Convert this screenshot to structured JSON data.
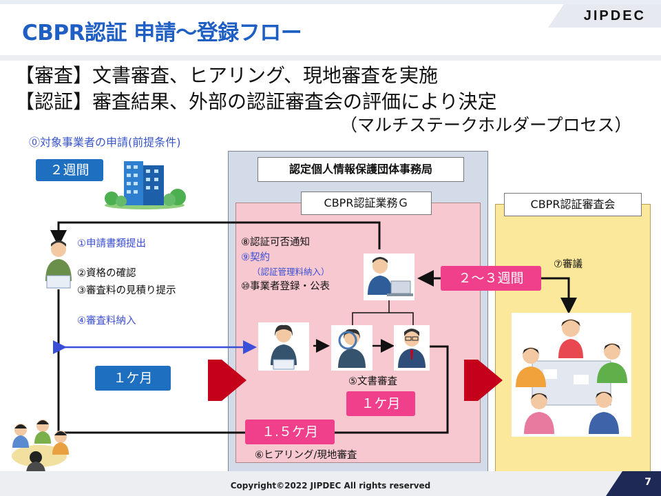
{
  "header": {
    "title": "CBPR認証 申請〜登録フロー",
    "logo": "JIPDEC"
  },
  "summary": {
    "line1": "【審査】文書審査、ヒアリング、現地審査を実施",
    "line2": "【認証】審査結果、外部の認証審査会の評価により決定",
    "line3": "（マルチステークホルダープロセス）"
  },
  "applicant": {
    "prereq": "⓪対象事業者の申請(前提条件)",
    "period": "２週間"
  },
  "office": {
    "title": "認定個人情報保護団体事務局",
    "group": "CBPR認証業務Ｇ"
  },
  "committee": {
    "title": "CBPR認証審査会",
    "deliberation": "⑦審議"
  },
  "steps": {
    "s1": "①申請書類提出",
    "s2": "②資格の確認",
    "s3": "③審査料の見積り提示",
    "s4": "④審査料納入",
    "s5": "⑤文書審査",
    "s6": "⑥ヒアリング/現地審査",
    "s8": "⑧認証可否通知",
    "s9": "⑨契約",
    "s9note": "（認証管理料納入）",
    "s10": "⑩事業者登録・公表"
  },
  "periods": {
    "one_month": "１ケ月",
    "doc_review": "１ケ月",
    "hearing": "１.５ケ月",
    "committee": "２〜３週間"
  },
  "footer": {
    "copyright": "Copyright©2022 JIPDEC All rights reserved",
    "page": "7"
  },
  "colors": {
    "title": "#1f5fc4",
    "blue_badge": "#1f6fc0",
    "pink_badge": "#f0408c",
    "office_bg": "#d3dbe8",
    "group_bg": "#f8c8d0",
    "committee_bg": "#fbe89a",
    "arrow_red": "#c4001a",
    "flow_blue": "#3b4fd6"
  }
}
